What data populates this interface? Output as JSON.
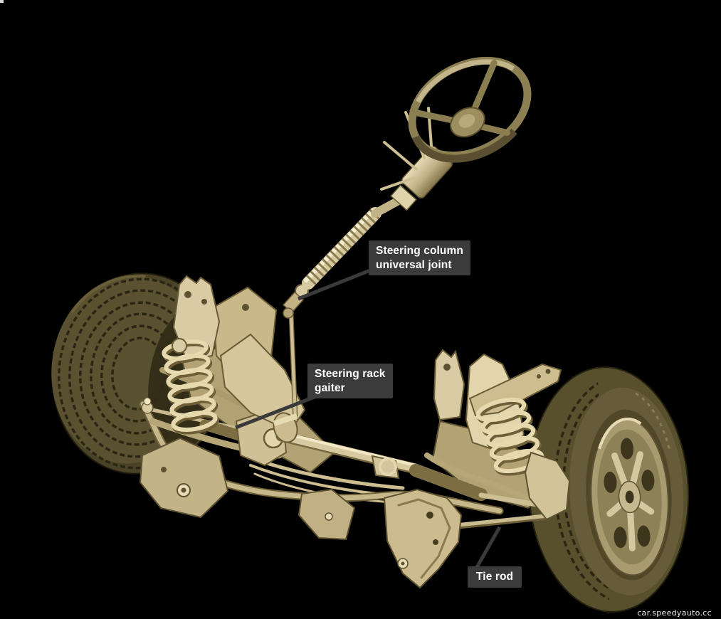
{
  "scene": {
    "description": "Cutaway illustration of a car front steering and suspension system on a black background",
    "background_color": "#000000",
    "metal_color": "#cdbd92",
    "tire_color": "#4a4226"
  },
  "callouts": {
    "universal_joint": "Steering column\nuniversal joint",
    "rack_gaiter": "Steering rack\ngaiter",
    "tie_rod": "Tie rod",
    "box_color": "#3b3b3b",
    "text_color": "#ffffff",
    "leader_color": "#3a3a3a"
  },
  "watermark": {
    "text": "car.speedyauto.cc"
  }
}
